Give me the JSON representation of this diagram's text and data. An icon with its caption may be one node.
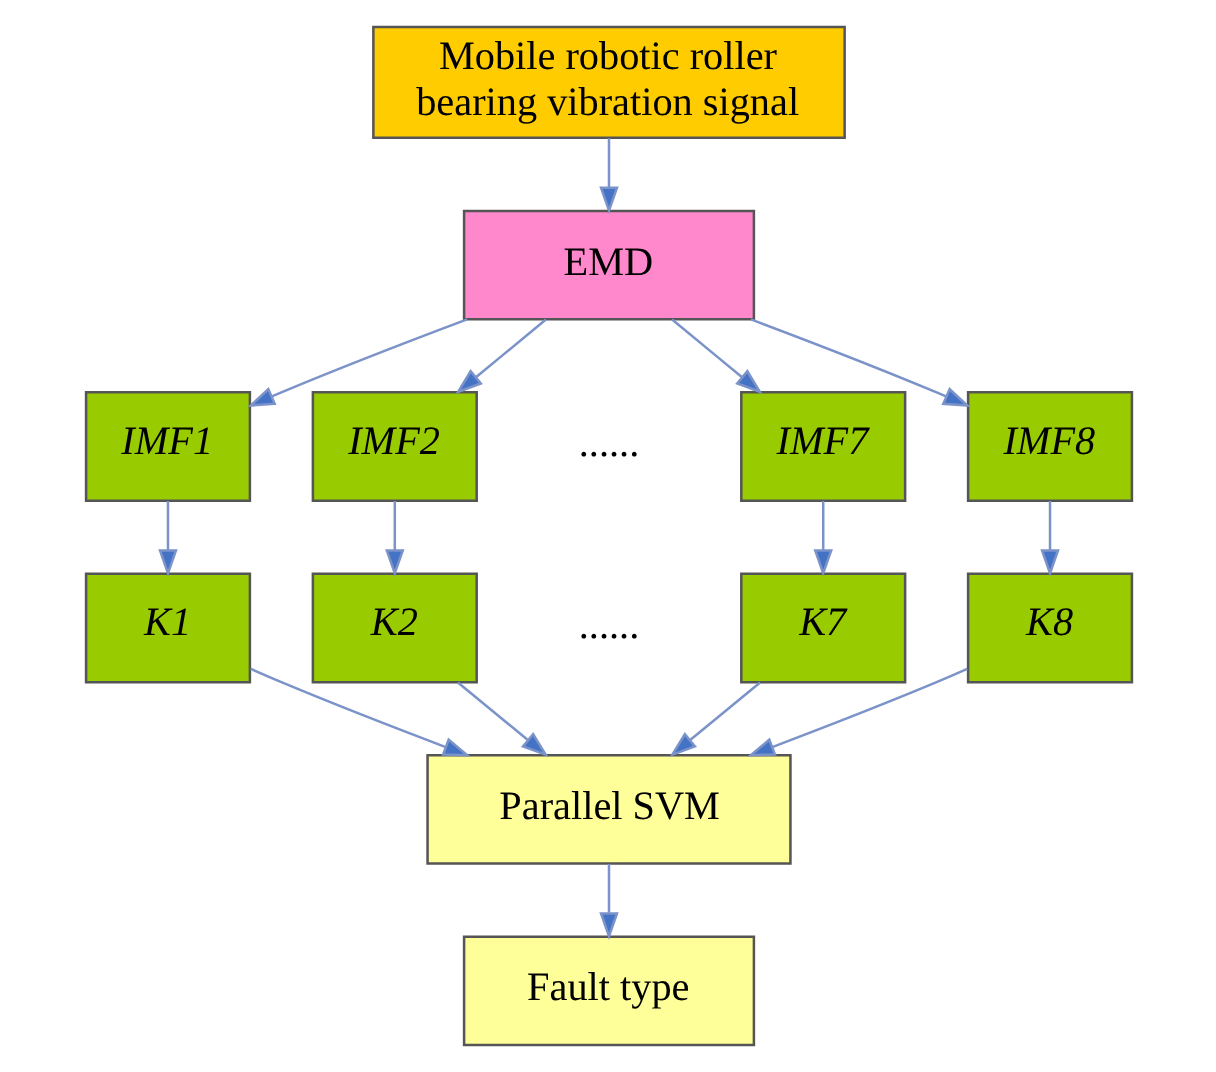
{
  "diagram": {
    "nodes": [
      {
        "text": [
          "Mobile robotic roller bearing vibration signal"
        ]
      },
      {
        "text": [
          "EMD"
        ]
      },
      {
        "text": [
          "IMF1"
        ]
      },
      {
        "text": [
          "IMF2"
        ]
      },
      {
        "text": [
          "IMF7"
        ]
      },
      {
        "text": [
          "IMF8"
        ]
      },
      {
        "text": [
          "K1"
        ]
      },
      {
        "text": [
          "K2"
        ]
      },
      {
        "text": [
          "K7"
        ]
      },
      {
        "text": [
          "K8"
        ]
      },
      {
        "text": [
          "Parallel SVM"
        ]
      },
      {
        "text": [
          "Fault type"
        ]
      }
    ],
    "edges": [
      {
        "from": 0,
        "to": 1,
        "arrow": "to"
      },
      {
        "from": 1,
        "to": 2,
        "arrow": "to"
      },
      {
        "from": 1,
        "to": 3,
        "arrow": "to"
      },
      {
        "from": 1,
        "to": 4,
        "arrow": "to"
      },
      {
        "from": 1,
        "to": 5,
        "arrow": "to"
      },
      {
        "from": 2,
        "to": 6,
        "arrow": "to"
      },
      {
        "from": 3,
        "to": 7,
        "arrow": "to"
      },
      {
        "from": 4,
        "to": 8,
        "arrow": "to"
      },
      {
        "from": 5,
        "to": 9,
        "arrow": "to"
      },
      {
        "from": 6,
        "to": 10,
        "arrow": "to"
      },
      {
        "from": 7,
        "to": 10,
        "arrow": "to"
      },
      {
        "from": 8,
        "to": 10,
        "arrow": "to"
      },
      {
        "from": 9,
        "to": 10,
        "arrow": "to"
      },
      {
        "from": 10,
        "to": 11,
        "arrow": "to"
      }
    ],
    "labels": [
      "......",
      "......"
    ]
  }
}
